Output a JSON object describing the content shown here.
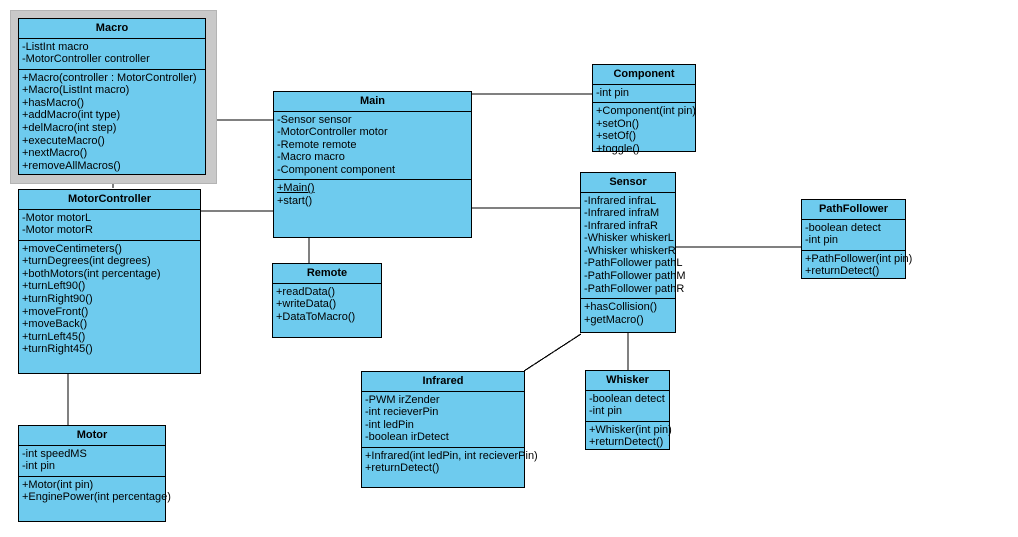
{
  "diagram": {
    "type": "uml-class-diagram",
    "background_color": "#ffffff",
    "class_fill_color": "#6ecbee",
    "class_border_color": "#000000",
    "selection_frame_color": "#c9c9c9",
    "connector_color": "#000000"
  },
  "classes": {
    "macro": {
      "name": "Macro",
      "attributes": [
        "-ListInt macro",
        "-MotorController controller"
      ],
      "methods": [
        "+Macro(controller : MotorController)",
        "+Macro(ListInt macro)",
        "+hasMacro()",
        "+addMacro(int type)",
        "+delMacro(int step)",
        "+executeMacro()",
        "+nextMacro()",
        "+removeAllMacros()"
      ],
      "selected": true
    },
    "main": {
      "name": "Main",
      "attributes": [
        "-Sensor sensor",
        "-MotorController motor",
        "-Remote remote",
        "-Macro macro",
        "-Component component"
      ],
      "methods": [
        "+Main()",
        "+start()"
      ],
      "static_methods": [
        "+Main()"
      ]
    },
    "component": {
      "name": "Component",
      "attributes": [
        "-int pin"
      ],
      "methods": [
        "+Component(int pin)",
        "+setOn()",
        "+setOf()",
        "+toggle()"
      ]
    },
    "motorcontroller": {
      "name": "MotorController",
      "attributes": [
        "-Motor motorL",
        "-Motor motorR"
      ],
      "methods": [
        "+moveCentimeters()",
        "+turnDegrees(int degrees)",
        "+bothMotors(int percentage)",
        "+turnLeft90()",
        "+turnRight90()",
        "+moveFront()",
        "+moveBack()",
        "+turnLeft45()",
        "+turnRight45()"
      ]
    },
    "sensor": {
      "name": "Sensor",
      "attributes": [
        "-Infrared infraL",
        "-Infrared infraM",
        "-Infrared infraR",
        "-Whisker whiskerL",
        "-Whisker whiskerR",
        "-PathFollower pathL",
        "-PathFollower pathM",
        "-PathFollower pathR"
      ],
      "methods": [
        "+hasCollision()",
        "+getMacro()"
      ]
    },
    "pathfollower": {
      "name": "PathFollower",
      "attributes": [
        "-boolean detect",
        "-int pin"
      ],
      "methods": [
        "+PathFollower(int pin)",
        "+returnDetect()"
      ]
    },
    "remote": {
      "name": "Remote",
      "attributes": [],
      "methods": [
        "+readData()",
        "+writeData()",
        "+DataToMacro()"
      ]
    },
    "infrared": {
      "name": "Infrared",
      "attributes": [
        "-PWM irZender",
        "-int recieverPin",
        "-int ledPin",
        "-boolean irDetect"
      ],
      "methods": [
        "+Infrared(int ledPin, int recieverPin)",
        "+returnDetect()"
      ]
    },
    "whisker": {
      "name": "Whisker",
      "attributes": [
        "-boolean detect",
        "-int pin"
      ],
      "methods": [
        "+Whisker(int pin)",
        "+returnDetect()"
      ]
    },
    "motor": {
      "name": "Motor",
      "attributes": [
        "-int speedMS",
        "-int pin"
      ],
      "methods": [
        "+Motor(int pin)",
        "+EnginePower(int percentage)"
      ]
    }
  },
  "connectors": [
    {
      "from": "macro",
      "to": "main"
    },
    {
      "from": "main",
      "to": "component"
    },
    {
      "from": "main",
      "to": "sensor"
    },
    {
      "from": "main",
      "to": "remote"
    },
    {
      "from": "motorcontroller",
      "to": "main"
    },
    {
      "from": "motorcontroller",
      "to": "motor"
    },
    {
      "from": "sensor",
      "to": "pathfollower"
    },
    {
      "from": "sensor",
      "to": "whisker"
    },
    {
      "from": "sensor",
      "to": "infrared"
    }
  ]
}
